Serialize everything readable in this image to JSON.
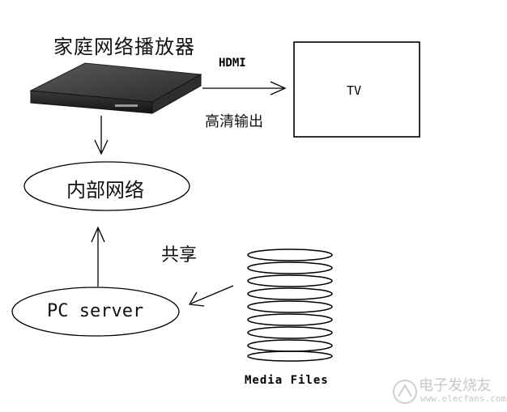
{
  "device_label": "家庭网络播放器",
  "hdmi_label": "HDMI",
  "hd_output_label": "高清输出",
  "tv_label": "TV",
  "internal_network_label": "内部网络",
  "share_label": "共享",
  "pc_server_label": "PC server",
  "media_files_label": "Media Files",
  "watermark": {
    "cn": "电子发烧友",
    "url": "www.elecfans.com"
  }
}
